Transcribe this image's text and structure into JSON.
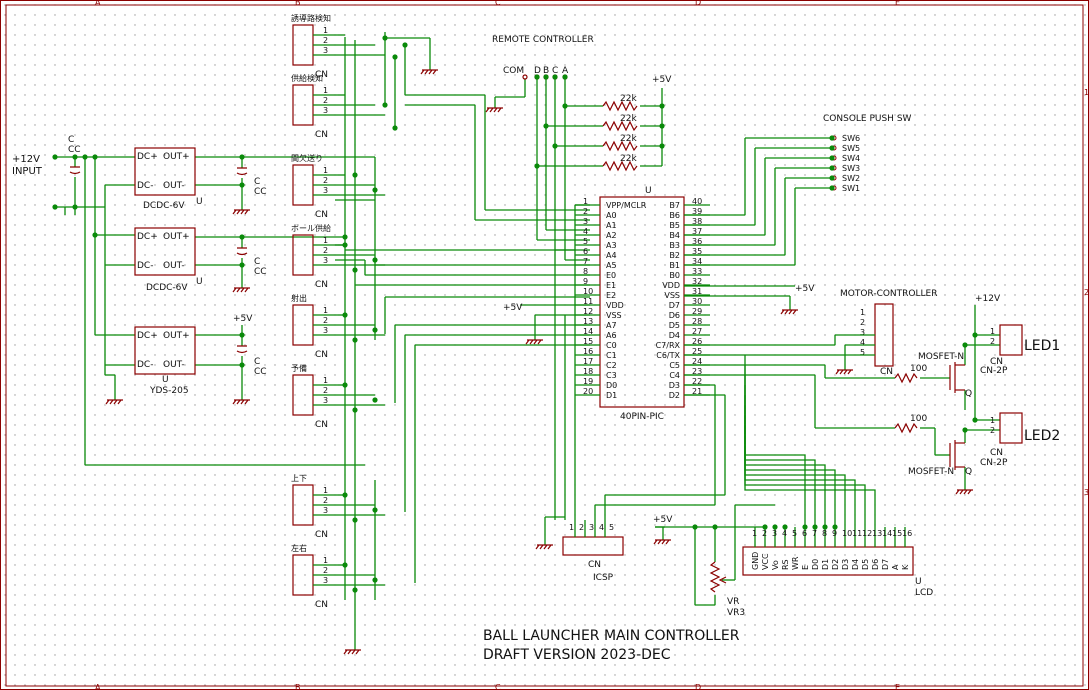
{
  "sheet": {
    "border_letters": [
      "A",
      "B",
      "C",
      "D",
      "E"
    ],
    "border_numbers": [
      "1",
      "2",
      "3"
    ]
  },
  "title": {
    "line1": "BALL LAUNCHER MAIN CONTROLLER",
    "line2": "DRAFT VERSION 2023-DEC"
  },
  "input": {
    "voltage": "+12V",
    "label": "INPUT",
    "cap_ref": "C",
    "cap_val": "CC"
  },
  "power": {
    "plus5": "+5V",
    "plus12": "+12V",
    "regs": [
      {
        "pin_plus_in": "DC+",
        "pin_plus_out": "OUT+",
        "pin_minus_in": "DC-",
        "pin_minus_out": "OUT-",
        "name": "DCDC-6V",
        "ref": "U"
      },
      {
        "pin_plus_in": "DC+",
        "pin_plus_out": "OUT+",
        "pin_minus_in": "DC-",
        "pin_minus_out": "OUT-",
        "name": "DCDC-6V",
        "ref": "U"
      },
      {
        "pin_plus_in": "DC+",
        "pin_plus_out": "OUT+",
        "pin_minus_in": "DC-",
        "pin_minus_out": "OUT-",
        "name": "YDS-205",
        "ref": "U"
      }
    ],
    "cap_ref": "C",
    "cap_val": "CC"
  },
  "connectors": [
    {
      "name": "誘導路検知",
      "ref": "CN"
    },
    {
      "name": "供給検知",
      "ref": "CN"
    },
    {
      "name": "間欠送り",
      "ref": "CN"
    },
    {
      "name": "ボール供給",
      "ref": "CN"
    },
    {
      "name": "射出",
      "ref": "CN"
    },
    {
      "name": "予備",
      "ref": "CN"
    },
    {
      "name": "上下",
      "ref": "CN"
    },
    {
      "name": "左右",
      "ref": "CN"
    }
  ],
  "pins3": [
    "1",
    "2",
    "3"
  ],
  "remote": {
    "title": "REMOTE CONTROLLER",
    "com": "COM",
    "letters": [
      "D",
      "B",
      "C",
      "A"
    ],
    "resistor": "22k"
  },
  "pic": {
    "ref": "U",
    "name": "40PIN-PIC",
    "left_pins": [
      {
        "n": "1",
        "s": "VPP/MCLR"
      },
      {
        "n": "2",
        "s": "A0"
      },
      {
        "n": "3",
        "s": "A1"
      },
      {
        "n": "4",
        "s": "A2"
      },
      {
        "n": "5",
        "s": "A3"
      },
      {
        "n": "6",
        "s": "A4"
      },
      {
        "n": "7",
        "s": "A5"
      },
      {
        "n": "8",
        "s": "E0"
      },
      {
        "n": "9",
        "s": "E1"
      },
      {
        "n": "10",
        "s": "E2"
      },
      {
        "n": "11",
        "s": "VDD"
      },
      {
        "n": "12",
        "s": "VSS"
      },
      {
        "n": "13",
        "s": "A7"
      },
      {
        "n": "14",
        "s": "A6"
      },
      {
        "n": "15",
        "s": "C0"
      },
      {
        "n": "16",
        "s": "C1"
      },
      {
        "n": "17",
        "s": "C2"
      },
      {
        "n": "18",
        "s": "C3"
      },
      {
        "n": "19",
        "s": "D0"
      },
      {
        "n": "20",
        "s": "D1"
      }
    ],
    "right_pins": [
      {
        "n": "40",
        "s": "B7"
      },
      {
        "n": "39",
        "s": "B6"
      },
      {
        "n": "38",
        "s": "B5"
      },
      {
        "n": "37",
        "s": "B4"
      },
      {
        "n": "36",
        "s": "B3"
      },
      {
        "n": "35",
        "s": "B2"
      },
      {
        "n": "34",
        "s": "B1"
      },
      {
        "n": "33",
        "s": "B0"
      },
      {
        "n": "32",
        "s": "VDD"
      },
      {
        "n": "31",
        "s": "VSS"
      },
      {
        "n": "30",
        "s": "D7"
      },
      {
        "n": "29",
        "s": "D6"
      },
      {
        "n": "28",
        "s": "D5"
      },
      {
        "n": "27",
        "s": "D4"
      },
      {
        "n": "26",
        "s": "C7/RX"
      },
      {
        "n": "25",
        "s": "C6/TX"
      },
      {
        "n": "24",
        "s": "C5"
      },
      {
        "n": "23",
        "s": "C4"
      },
      {
        "n": "22",
        "s": "D3"
      },
      {
        "n": "21",
        "s": "D2"
      }
    ]
  },
  "console": {
    "title": "CONSOLE PUSH SW",
    "switches": [
      "SW6",
      "SW5",
      "SW4",
      "SW3",
      "SW2",
      "SW1"
    ]
  },
  "motor": {
    "title": "MOTOR-CONTROLLER",
    "ref": "CN",
    "pins": [
      "1",
      "2",
      "3",
      "4",
      "5"
    ]
  },
  "mosfets": [
    {
      "name": "MOSFET-N",
      "ref": "Q",
      "r": "100"
    },
    {
      "name": "MOSFET-N",
      "ref": "Q",
      "r": "100"
    }
  ],
  "leds": [
    {
      "name": "LED1",
      "ref": "CN",
      "type": "CN-2P",
      "pins": [
        "1",
        "2"
      ]
    },
    {
      "name": "LED2",
      "ref": "CN",
      "type": "CN-2P",
      "pins": [
        "1",
        "2"
      ]
    }
  ],
  "icsp": {
    "ref": "CN",
    "name": "ICSP",
    "pins": [
      "1",
      "2",
      "3",
      "4",
      "5"
    ]
  },
  "vr": {
    "ref": "VR",
    "name": "VR3"
  },
  "lcd": {
    "ref": "U",
    "name": "LCD",
    "pins": [
      "1",
      "2",
      "3",
      "4",
      "5",
      "6",
      "7",
      "8",
      "9",
      "10",
      "11",
      "12",
      "13",
      "14",
      "15",
      "16"
    ],
    "signals": [
      "GND",
      "VCC",
      "Vo",
      "RS",
      "WR",
      "E",
      "D0",
      "D1",
      "D2",
      "D3",
      "D4",
      "D5",
      "D6",
      "D7",
      "A",
      "K"
    ]
  }
}
